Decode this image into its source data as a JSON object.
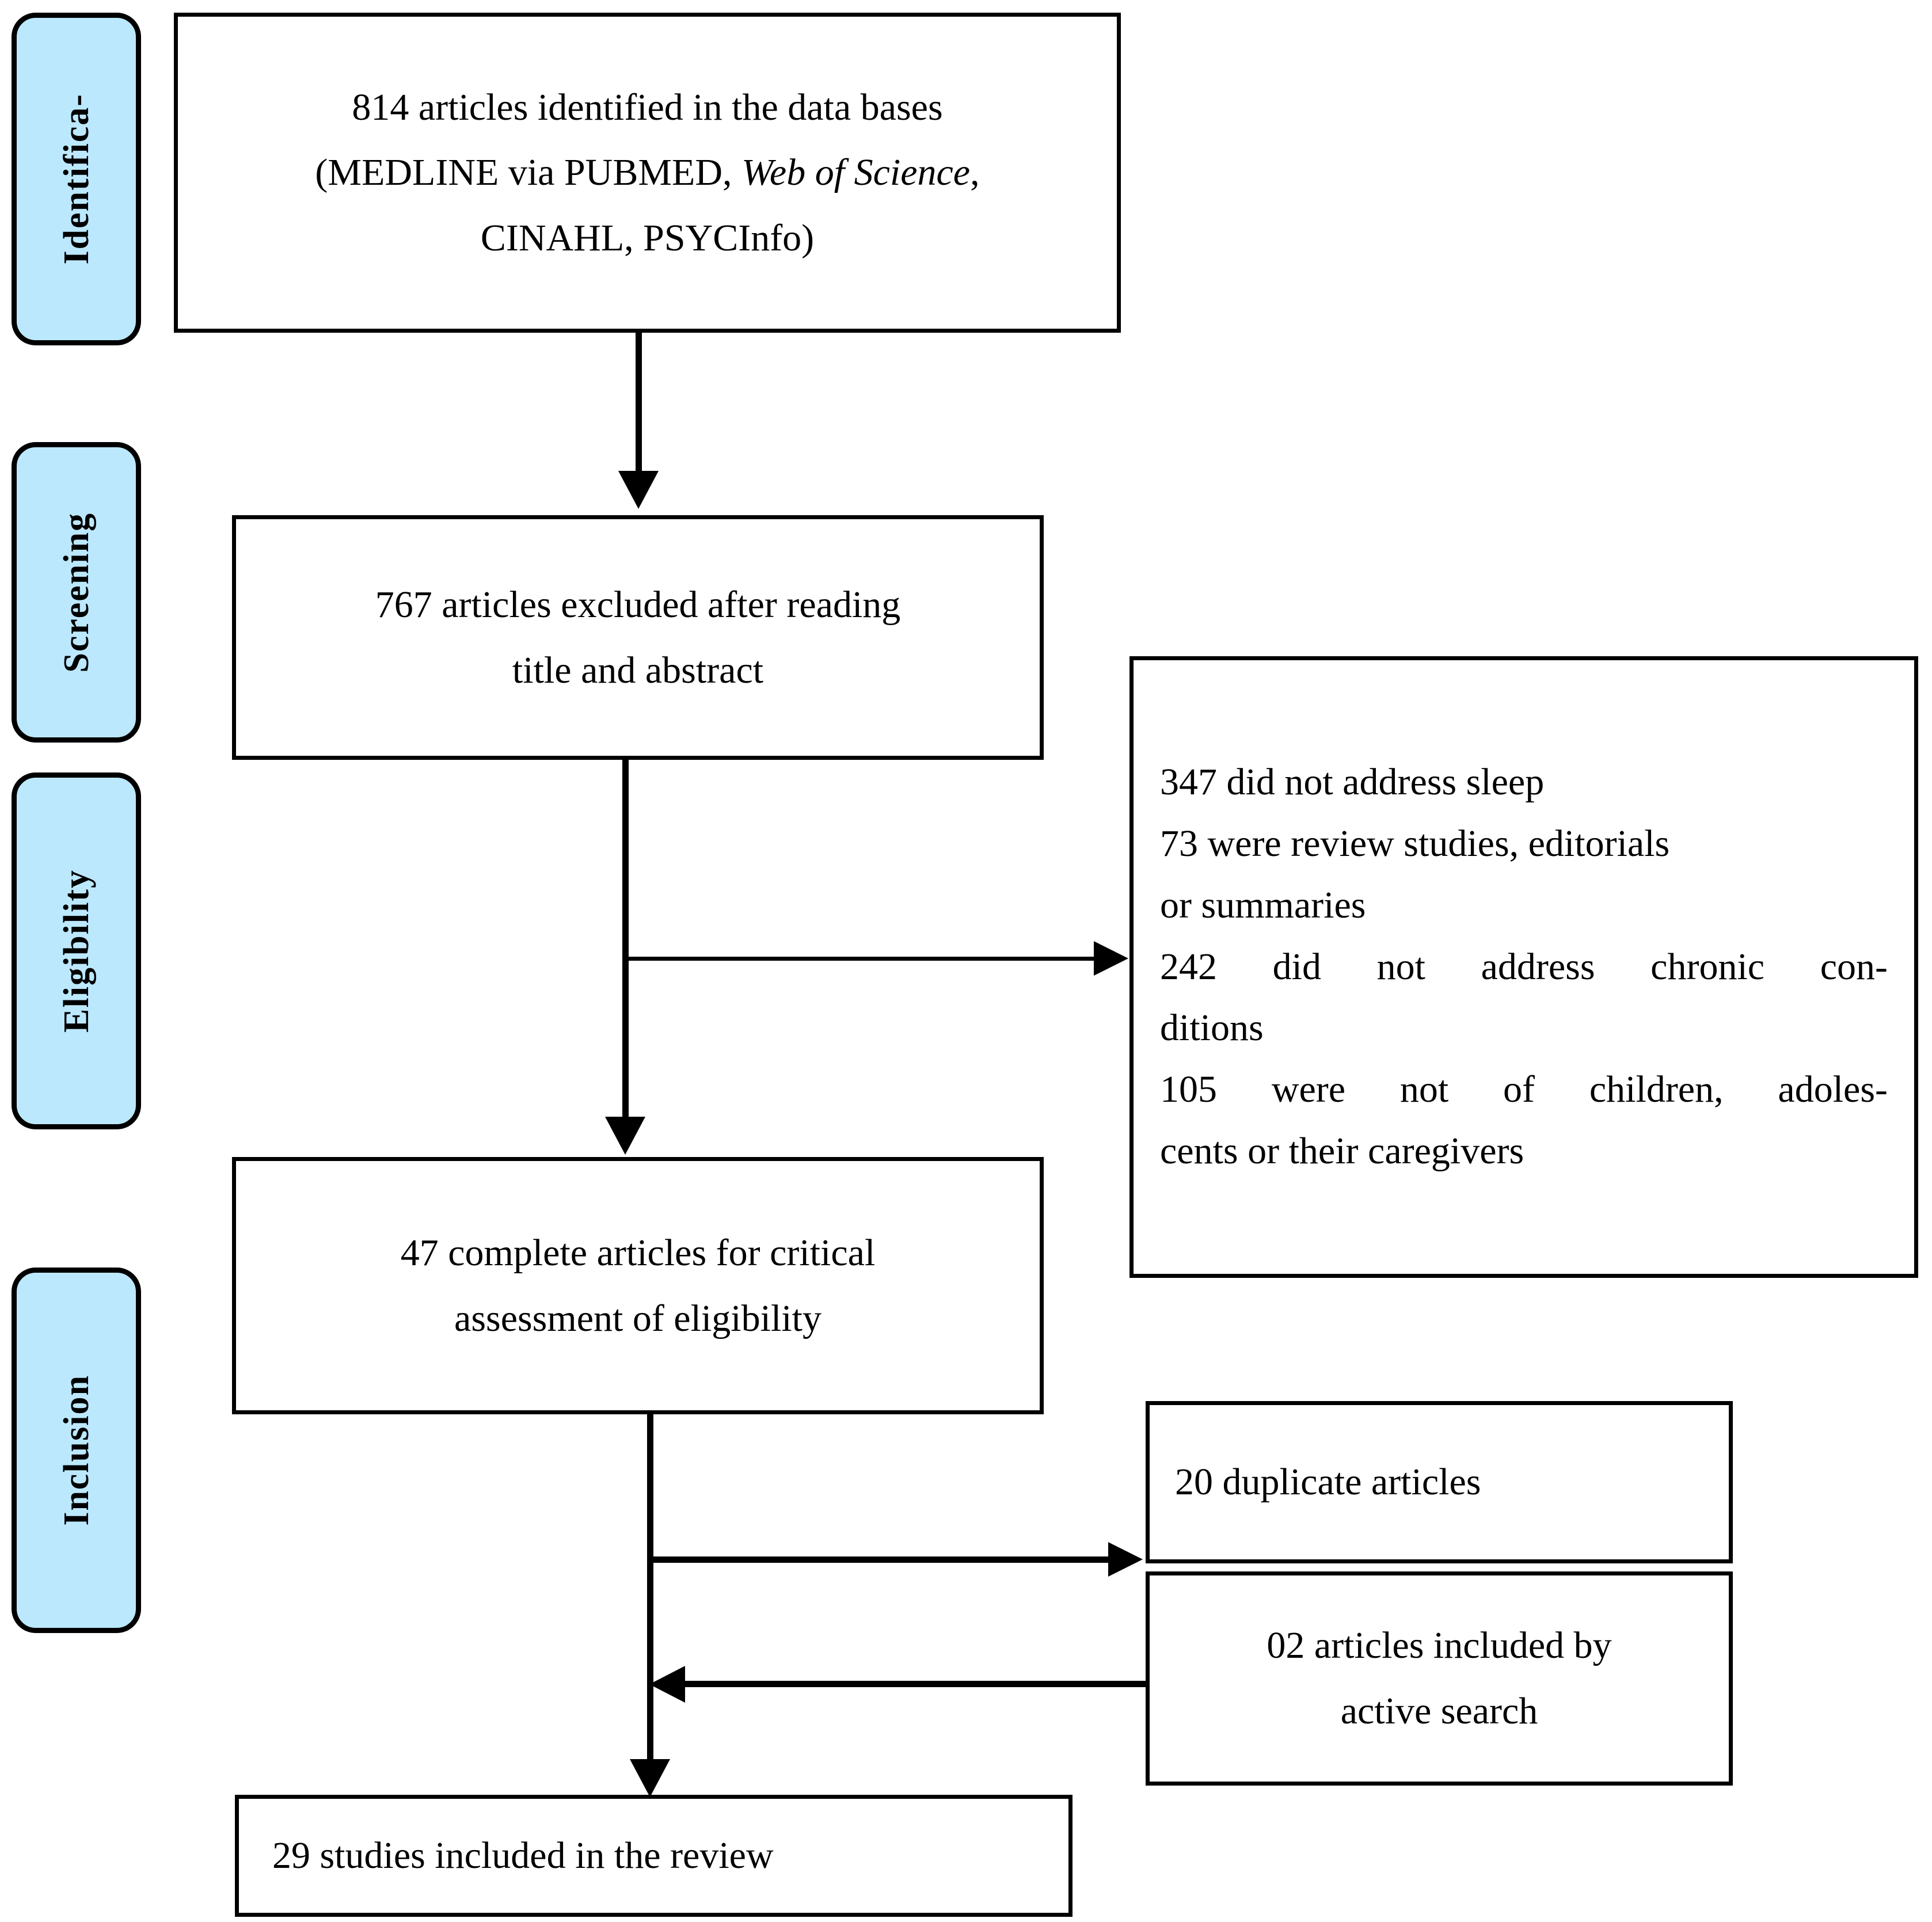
{
  "diagram": {
    "type": "PRISMA flow diagram",
    "accent_color": "#bce8fe",
    "line_color": "#000000",
    "background_color": "#ffffff"
  },
  "phases": [
    {
      "id": "identification",
      "label": "Identifica-"
    },
    {
      "id": "screening",
      "label": "Screening"
    },
    {
      "id": "eligibility",
      "label": "Eligibility"
    },
    {
      "id": "inclusion",
      "label": "Inclusion"
    }
  ],
  "boxes": {
    "identified": {
      "line1": "814 articles identified in the data bases",
      "line2_pre": "(MEDLINE via PUBMED, ",
      "line2_italic": "Web of Science",
      "line2_post": ",",
      "line3": "CINAHL, PSYCInfo)",
      "count": 814
    },
    "excluded_screening": {
      "line1": "767 articles excluded after reading",
      "line2": "title and abstract",
      "count": 767
    },
    "exclusion_reasons": {
      "r1": "347 did not address sleep",
      "r2a": "73 were review studies, editorials",
      "r2b": "or summaries",
      "r3a": "242 did not address chronic con-",
      "r3b": "ditions",
      "r4a": "105 were not of children, adoles-",
      "r4b": "cents or their caregivers",
      "counts": [
        347,
        73,
        242,
        105
      ]
    },
    "full_text_assessed": {
      "line1": "47 complete articles for critical",
      "line2": "assessment of eligibility",
      "count": 47
    },
    "duplicates": {
      "line1": "20 duplicate articles",
      "count": 20
    },
    "active_search": {
      "line1": "02 articles included by",
      "line2": "active search",
      "count": 2
    },
    "included": {
      "line1": "29 studies included in the review",
      "count": 29
    }
  }
}
